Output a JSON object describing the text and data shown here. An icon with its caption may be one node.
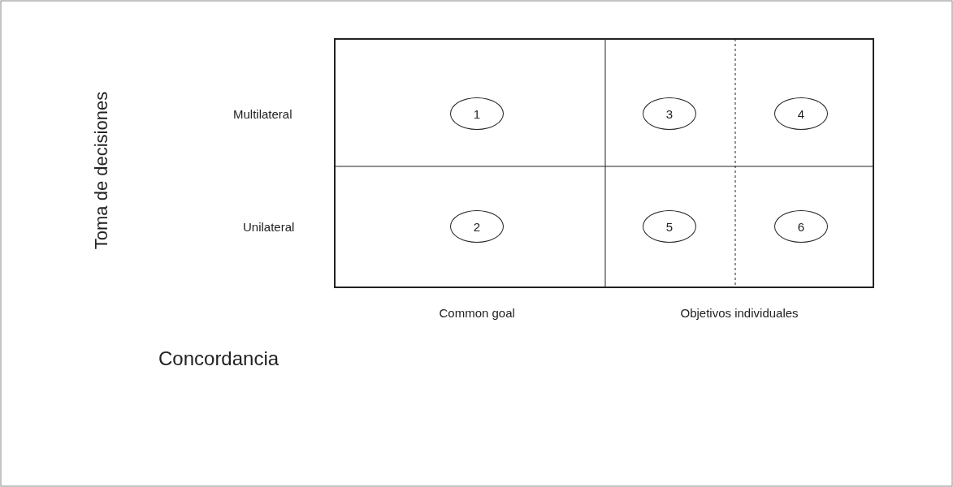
{
  "diagram": {
    "nodes": [
      {
        "text": [
          "1"
        ]
      },
      {
        "text": [
          "3"
        ]
      },
      {
        "text": [
          "4"
        ]
      },
      {
        "text": [
          "2"
        ]
      },
      {
        "text": [
          "5"
        ]
      },
      {
        "text": [
          "6"
        ]
      }
    ],
    "labels": [
      "Toma de decisiones",
      "Multilateral",
      "Unilateral",
      "Common goal",
      "Objetivos individuales",
      "Concordancia"
    ]
  }
}
